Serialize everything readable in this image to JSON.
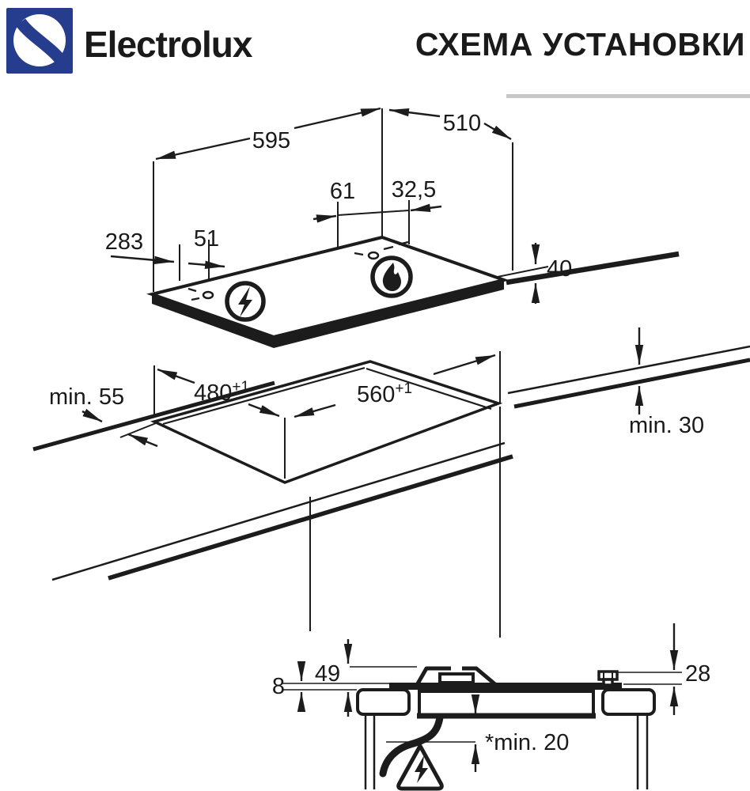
{
  "header": {
    "brand_wordmark": "Electrolux",
    "title": "СХЕМА УСТАНОВКИ",
    "brand_color": "#263c8c",
    "logo_icon": "electrolux-circle-icon"
  },
  "top_view": {
    "overall_width": "595",
    "overall_depth": "510",
    "burner_offset": "61",
    "center_offset": "32,5",
    "edge_offset": "283",
    "control_offset": "51",
    "hob_height": "40",
    "icons": {
      "left_burner": "lightning-bolt-icon",
      "right_burner": "gas-flame-icon"
    }
  },
  "cutout_view": {
    "front_clearance": "min. 55",
    "cutout_depth": "480",
    "cutout_depth_tolerance": "+1",
    "cutout_width": "560",
    "cutout_width_tolerance": "+1",
    "wall_clearance": "min. 30"
  },
  "section_view": {
    "glass_above_worktop": "8",
    "support_height": "49",
    "profile_height": "28",
    "clearance_below": "*min. 20",
    "warning_icon": "electric-hazard-triangle-icon"
  }
}
